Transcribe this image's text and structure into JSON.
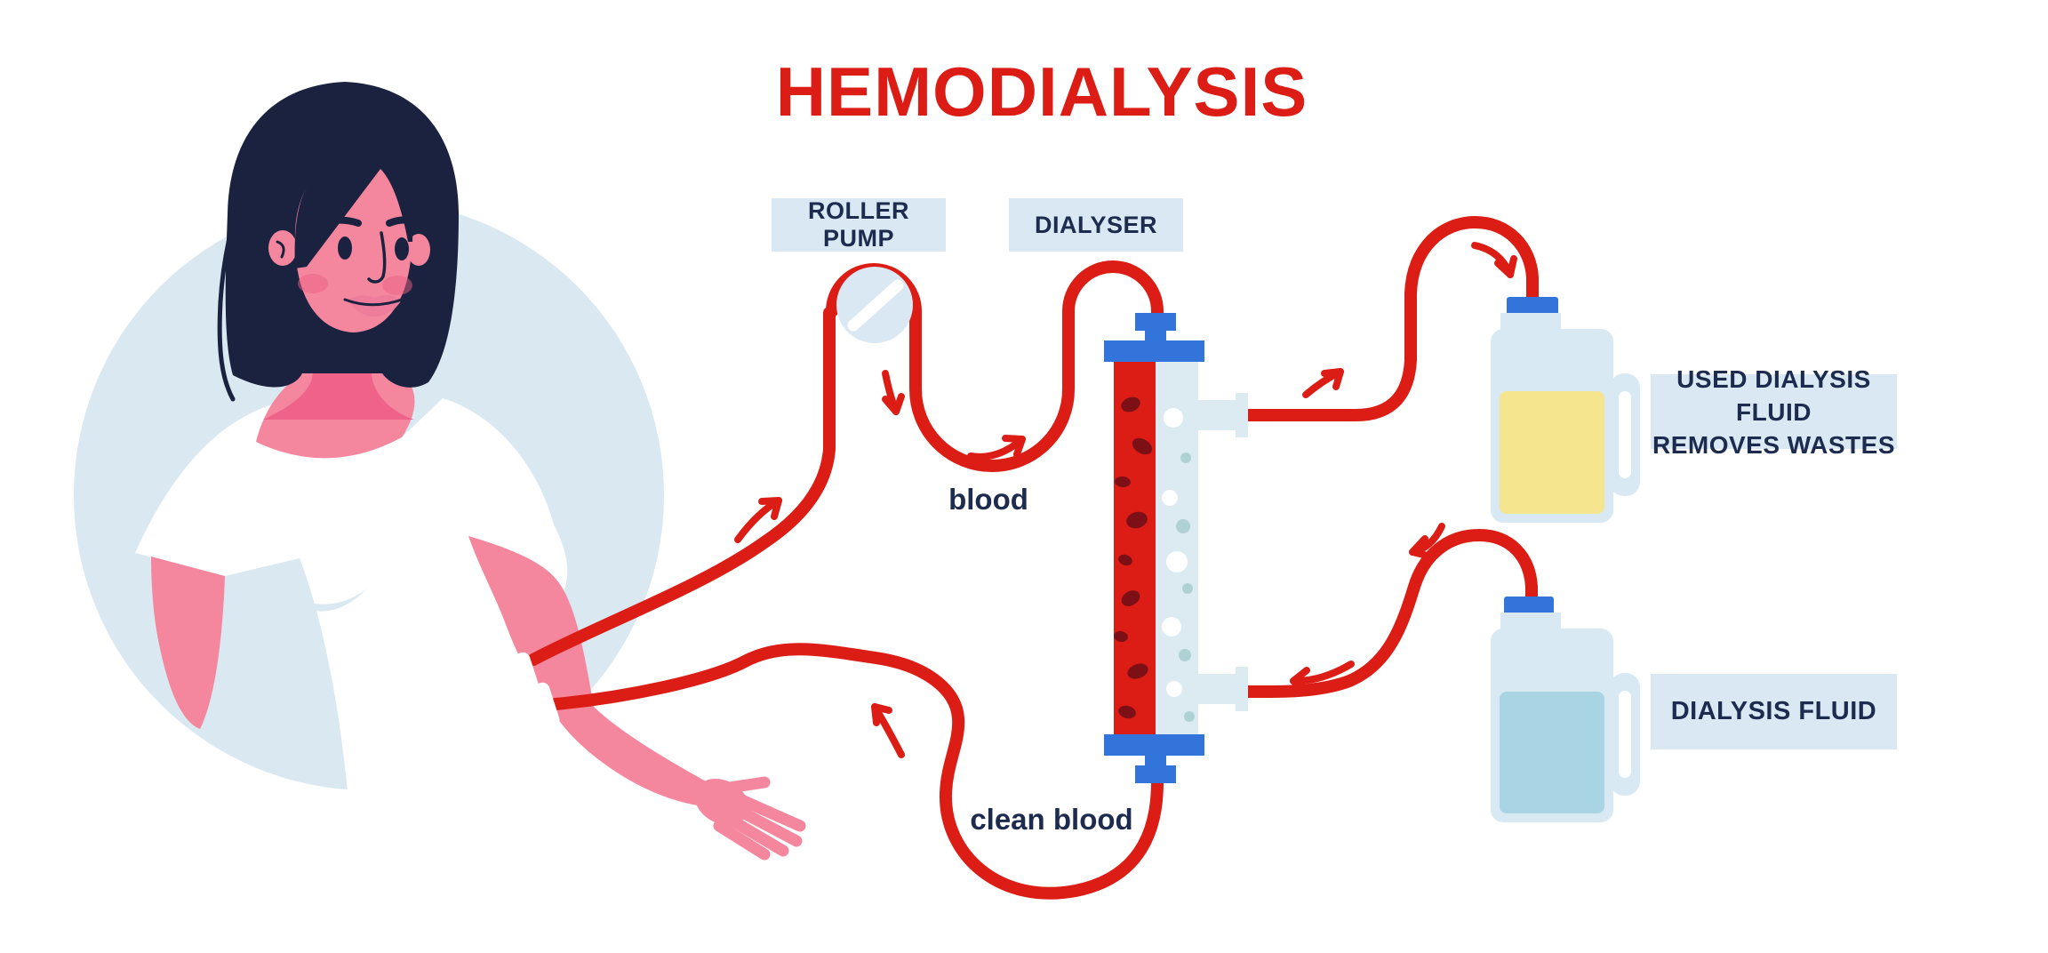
{
  "title": "HEMODIALYSIS",
  "diagram_labels": {
    "roller_pump": "ROLLER PUMP",
    "dialyser": "DIALYSER",
    "blood": "blood",
    "clean_blood": "clean blood",
    "used_dialysis_fluid_line1": "USED DIALYSIS FLUID",
    "used_dialysis_fluid_line2": "REMOVES WASTES",
    "dialysis_fluid": "DIALYSIS FLUID"
  },
  "icons": {
    "roller_pump_wheel": "roller-pump-wheel-icon",
    "flow_arrows": "red hand-drawn flow direction arrows",
    "patient": "female patient illustration with arm access"
  },
  "colors": {
    "accent_red": "#dc1d15",
    "navy_text": "#1c2b4e",
    "hair_navy": "#1b2240",
    "label_bg": "#d9e8f2",
    "bg_circle": "#dae8f1",
    "cap_blue": "#3274d9",
    "jug_body": "#d9e9f3",
    "used_fluid_yellow": "#f4e58e",
    "dialysis_fluid_blue": "#a9d4e4",
    "skin": "#f4879e",
    "skin_dark": "#ef6289",
    "blush": "#ec5f84",
    "lips": "#ee7d9c",
    "cell_dark_red": "#7d1016",
    "bubble_teal": "#aed2d4",
    "dialysate_bg": "#dcebf2"
  }
}
